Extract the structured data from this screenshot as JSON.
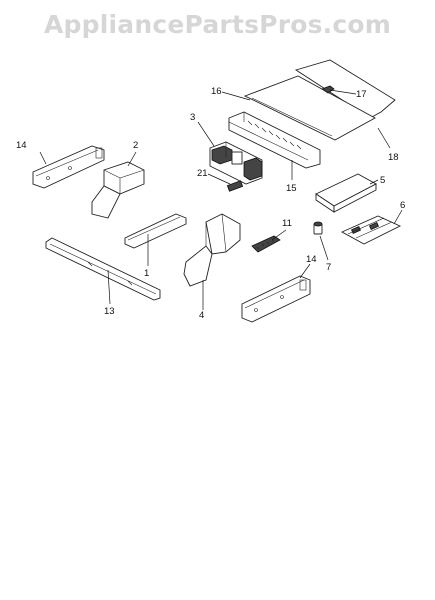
{
  "watermark": "AppliancePartsPros.com",
  "callouts": {
    "c1": "1",
    "c2": "2",
    "c3": "3",
    "c4": "4",
    "c5": "5",
    "c6": "6",
    "c7": "7",
    "c11": "11",
    "c13": "13",
    "c14a": "14",
    "c14b": "14",
    "c15": "15",
    "c16": "16",
    "c17": "17",
    "c18": "18",
    "c21": "21"
  }
}
